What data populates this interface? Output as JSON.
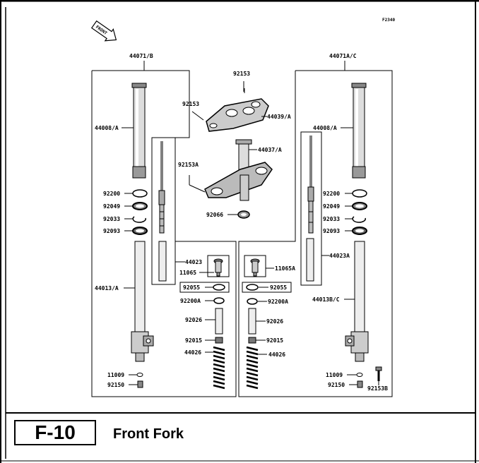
{
  "figure_id": "F2340",
  "front_label": "FRONT",
  "page_code": "F-10",
  "page_title": "Front Fork",
  "labels": {
    "assy_left": "44071/B",
    "assy_right": "44071A/C",
    "bolt_top": "92153",
    "bolt_top_left": "92153",
    "upper_bracket": "44039/A",
    "stem": "44037/A",
    "stem_bolt": "92153A",
    "stem_nut": "92066",
    "tube_left": "44008/A",
    "tube_right": "44008/A",
    "ring_l1": "92200",
    "ring_l2": "92049",
    "ring_l3": "92033",
    "ring_l4": "92093",
    "ring_r1": "92200",
    "ring_r2": "92049",
    "ring_r3": "92033",
    "ring_r4": "92093",
    "inner_left": "44023",
    "inner_right": "44023A",
    "valve_left": "11065",
    "valve_right": "11065A",
    "oring_left": "92055",
    "oring_right": "92055",
    "outer_left": "44013/A",
    "outer_right": "44013B/C",
    "collar_l": "92200A",
    "collar_r": "92200A",
    "spacer_l": "92026",
    "spacer_r": "92026",
    "washer_l": "92015",
    "washer_r": "92015",
    "spring_l": "44026",
    "spring_r": "44026",
    "gasket_l": "11009",
    "gasket_r": "11009",
    "bolt_bot_l": "92150",
    "bolt_bot_r": "92150",
    "axle_bolt": "92153B"
  }
}
